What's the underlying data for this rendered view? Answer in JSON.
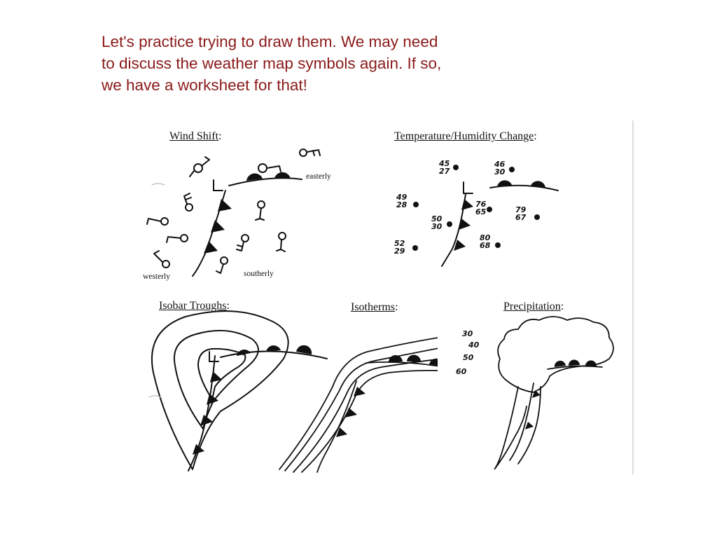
{
  "intro": {
    "line1": "Let's practice trying to draw them.  We may need",
    "line2": "to discuss the weather map symbols again.  If so,",
    "line3": "we have a worksheet for that!",
    "color": "#8b1a1a"
  },
  "worksheet": {
    "wind_shift": {
      "title_main": "Wind Shift",
      "title_suffix": ":",
      "label_easterly": "easterly",
      "label_southerly": "southerly",
      "label_westerly": "westerly"
    },
    "temp_humidity": {
      "title_main": "Temperature/Humidity Change",
      "title_suffix": ":",
      "station_pairs": [
        {
          "temp": "45",
          "dew": "27"
        },
        {
          "temp": "46",
          "dew": "30"
        },
        {
          "temp": "49",
          "dew": "28"
        },
        {
          "temp": "50",
          "dew": "30"
        },
        {
          "temp": "76",
          "dew": "65"
        },
        {
          "temp": "79",
          "dew": "67"
        },
        {
          "temp": "52",
          "dew": "29"
        },
        {
          "temp": "80",
          "dew": "68"
        }
      ]
    },
    "isobar_troughs": {
      "title_main": "Isobar Troughs",
      "title_suffix": ":"
    },
    "isotherms": {
      "title_main": "Isotherms",
      "title_suffix": ":",
      "labels": [
        "30",
        "40",
        "50",
        "60"
      ]
    },
    "precipitation": {
      "title_main": "Precipitation",
      "title_suffix": ":"
    }
  }
}
